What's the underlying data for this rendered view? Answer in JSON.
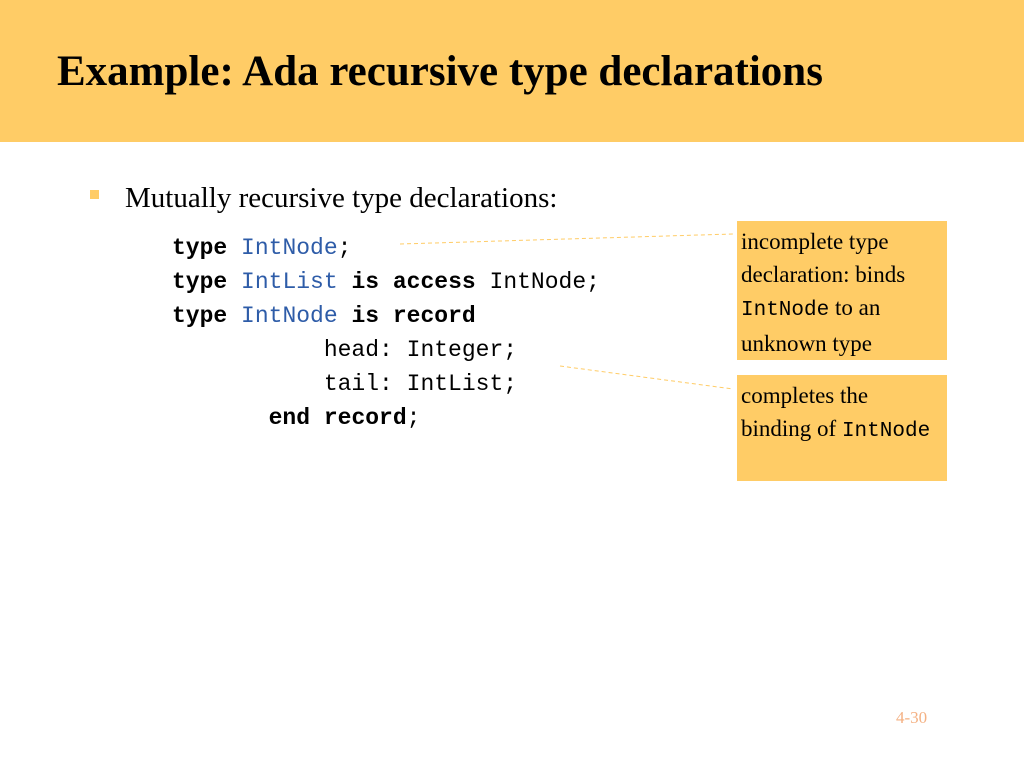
{
  "slide": {
    "title": "Example: Ada recursive type declarations",
    "bullet": "Mutually recursive type declarations:",
    "code": {
      "line1": {
        "kw1": "type",
        "id": "IntNode",
        "rest": ";"
      },
      "line2": {
        "kw1": "type",
        "id": "IntList",
        "kw2": "is access",
        "rest": "IntNode;"
      },
      "line3": {
        "kw1": "type",
        "id": "IntNode",
        "kw2": "is record"
      },
      "line4": "head: Integer;",
      "line5": "tail: IntList;",
      "line6": {
        "kw": "end record",
        "rest": ";"
      }
    },
    "callout1": {
      "text_a": "incomplete type declaration: binds ",
      "code": "IntNode",
      "text_b": " to an unknown type"
    },
    "callout2": {
      "text_a": "completes the binding of ",
      "code": "IntNode"
    },
    "page_number": "4-30"
  },
  "colors": {
    "accent": "#ffcc66",
    "identifier": "#2e5ca8",
    "page_number": "#f4b183"
  }
}
